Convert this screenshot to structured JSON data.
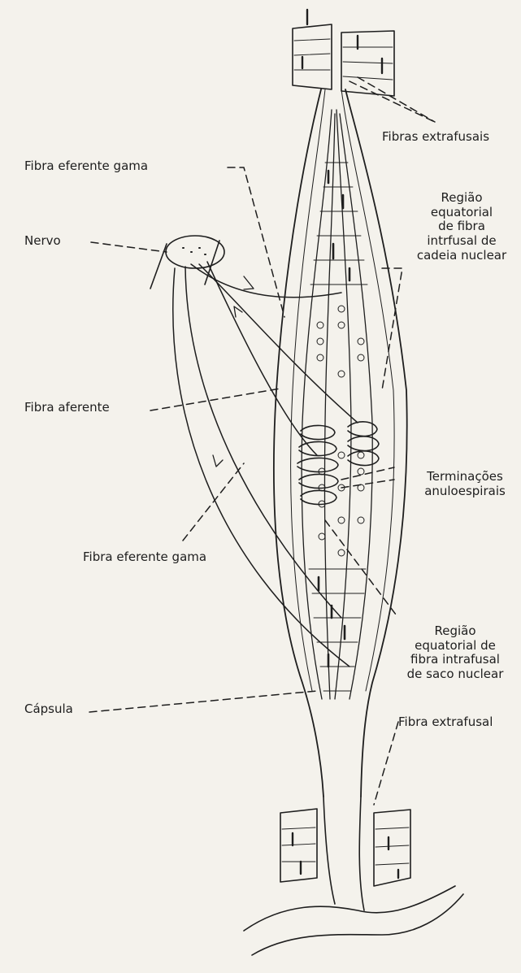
{
  "figure": {
    "labels": {
      "fibras_extrafusais": "Fibras extrafusais",
      "fibra_eferente_gama_top": "Fibra eferente gama",
      "nervo": "Nervo",
      "regiao_cadeia": "Região\nequatorial\nde fibra\nintrfusal de\ncadeia nuclear",
      "fibra_aferente": "Fibra aferente",
      "terminacoes": "Terminações\nanuloespirais",
      "fibra_eferente_gama_bottom": "Fibra eferente gama",
      "regiao_saco": "Região\nequatorial de\nfibra intrafusal\nde saco nuclear",
      "capsula": "Cápsula",
      "fibra_extrafusal": "Fibra extrafusal"
    }
  },
  "colors": {
    "paper": "#f4f2ec",
    "ink": "#1e1e1e"
  }
}
